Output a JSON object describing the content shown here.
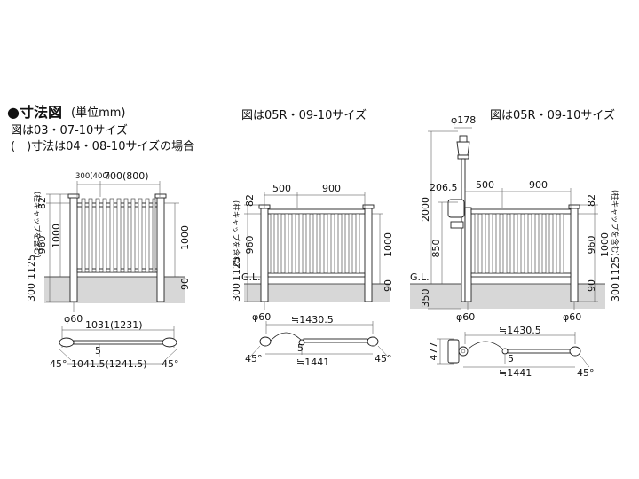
{
  "header": {
    "title": "●寸法図",
    "unit": "(単位mm)",
    "note1": "図は03・07-10サイズ",
    "note2": "(　)寸法は04・08-10サイズの場合"
  },
  "fig1": {
    "top_dims": [
      "300(400)",
      "700(800)"
    ],
    "h_82": "82",
    "h_960": "960",
    "h_1000_left": "1000",
    "h_1000_right": "1000",
    "h_90": "90",
    "h_300": "300",
    "h_1125": "1125",
    "cap_note": "(柱キャップを含む)",
    "post_dia": "φ60",
    "width_top": "1031(1231)",
    "plan_5": "5",
    "angle_left": "45°",
    "angle_right": "45°",
    "width_bottom": "1041.5(1241.5)"
  },
  "fig2": {
    "caption": "図は05R・09-10サイズ",
    "top_dims": [
      "500",
      "900"
    ],
    "h_82": "82",
    "h_960": "960",
    "h_1000": "1000",
    "h_90": "90",
    "h_300": "300",
    "h_1125": "1125",
    "cap_note": "(柱キャップを含む)",
    "gl": "G.L.",
    "post_dia": "φ60",
    "width_top": "≒1430.5",
    "plan_5": "5",
    "angle_left": "45°",
    "angle_right": "45°",
    "width_bottom": "≒1441"
  },
  "fig3": {
    "caption": "図は05R・09-10サイズ",
    "lamp_dia": "φ178",
    "top_dims": [
      "500",
      "900"
    ],
    "h_2065": "206.5",
    "h_2000": "2000",
    "h_850": "850",
    "h_350": "350",
    "h_82": "82",
    "h_960": "960",
    "h_1000": "1000",
    "h_90": "90",
    "h_300": "300",
    "h_1125": "1125",
    "cap_note": "(柱キャップを含む)",
    "gl": "G.L.",
    "post_dia_left": "φ60",
    "post_dia_right": "φ60",
    "width_top": "≒1430.5",
    "plan_477": "477",
    "plan_5": "5",
    "angle_right": "45°",
    "width_bottom": "≒1441"
  }
}
